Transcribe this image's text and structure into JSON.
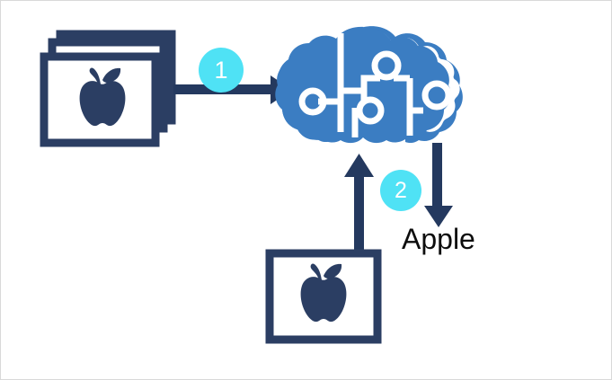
{
  "diagram": {
    "title": "Image classification training and inference flow",
    "background_color": "#ffffff",
    "border_color": "#d9d9d9",
    "colors": {
      "navy": "#2b3e63",
      "brain_blue": "#3b7dc2",
      "badge_cyan": "#4fe2f5",
      "trace_white": "#ffffff",
      "label_black": "#0d0d0d"
    },
    "nodes": {
      "training_images": {
        "name": "stacked-apple-images",
        "icon": "stacked-photo-frames-apple-icon",
        "frame_count": 3,
        "content": "apple"
      },
      "model": {
        "name": "ai-brain",
        "icon": "circuit-brain-icon",
        "node_count": 4
      },
      "input_image": {
        "name": "single-apple-image",
        "icon": "photo-frame-apple-icon",
        "frame_count": 1,
        "content": "apple"
      },
      "output": {
        "name": "prediction-label",
        "text": "Apple"
      }
    },
    "badges": [
      {
        "id": "1",
        "label": "1",
        "name": "step-badge-1"
      },
      {
        "id": "2",
        "label": "2",
        "name": "step-badge-2"
      }
    ],
    "arrows": [
      {
        "name": "arrow-training-to-brain",
        "direction": "right"
      },
      {
        "name": "arrow-input-to-brain",
        "direction": "up"
      },
      {
        "name": "arrow-brain-to-output",
        "direction": "down"
      }
    ]
  }
}
